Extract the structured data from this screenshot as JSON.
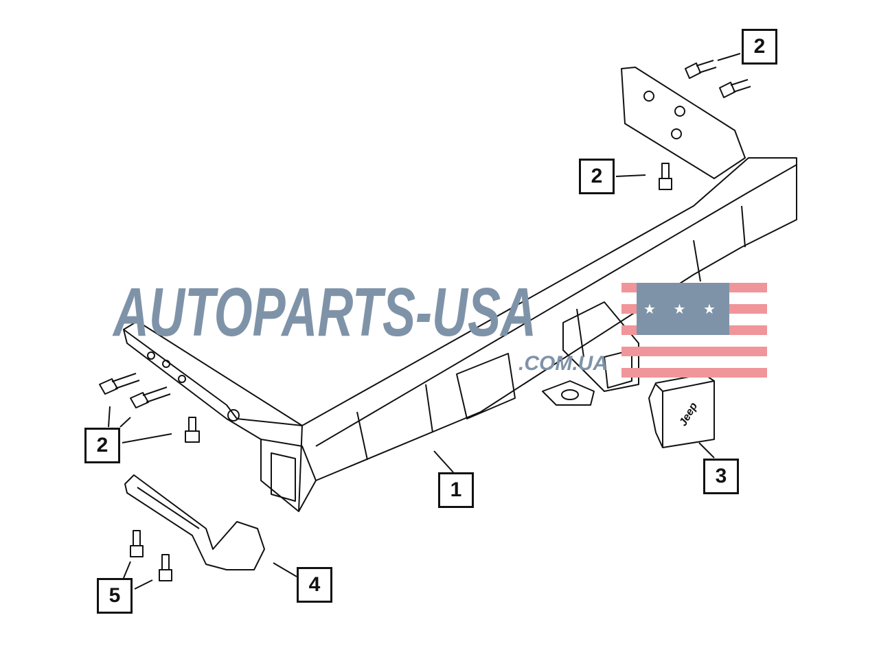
{
  "diagram": {
    "callouts": [
      {
        "id": "callout-2-top",
        "label": "2"
      },
      {
        "id": "callout-2-mid",
        "label": "2"
      },
      {
        "id": "callout-2-left",
        "label": "2"
      },
      {
        "id": "callout-1",
        "label": "1"
      },
      {
        "id": "callout-3",
        "label": "3"
      },
      {
        "id": "callout-4",
        "label": "4"
      },
      {
        "id": "callout-5",
        "label": "5"
      }
    ],
    "cap_logo": "Jeep"
  },
  "watermark": {
    "main": "AUTOPARTS-USA",
    "sub": ".COM.UA",
    "stars": "★ ★ ★"
  },
  "colors": {
    "watermark": "#7f93a8",
    "flag_red": "#f0959a",
    "line": "#111111"
  }
}
